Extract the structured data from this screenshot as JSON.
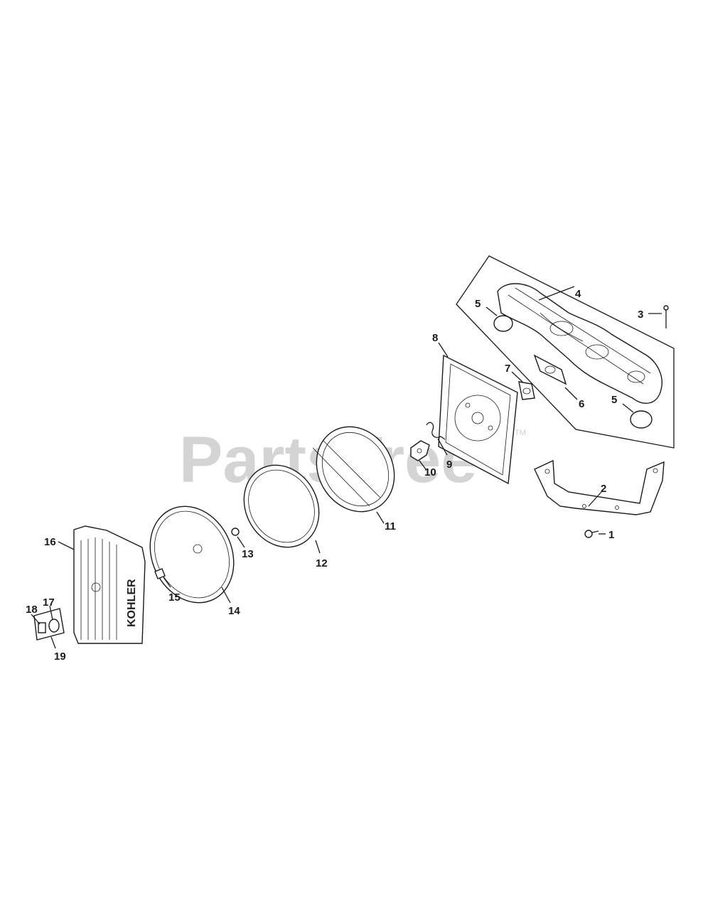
{
  "watermark": {
    "text": "PartsTree",
    "trademark": "TM"
  },
  "brand_on_cover": "KOHLER",
  "callouts": {
    "c1": "1",
    "c2": "2",
    "c3": "3",
    "c4": "4",
    "c5a": "5",
    "c5b": "5",
    "c6": "6",
    "c7": "7",
    "c8": "8",
    "c9": "9",
    "c10": "10",
    "c11": "11",
    "c12": "12",
    "c13": "13",
    "c14": "14",
    "c15": "15",
    "c16": "16",
    "c17": "17",
    "c18": "18",
    "c19": "19"
  },
  "colors": {
    "line": "#1a1a1a",
    "watermark": "#d4d4d4",
    "background": "#ffffff"
  }
}
